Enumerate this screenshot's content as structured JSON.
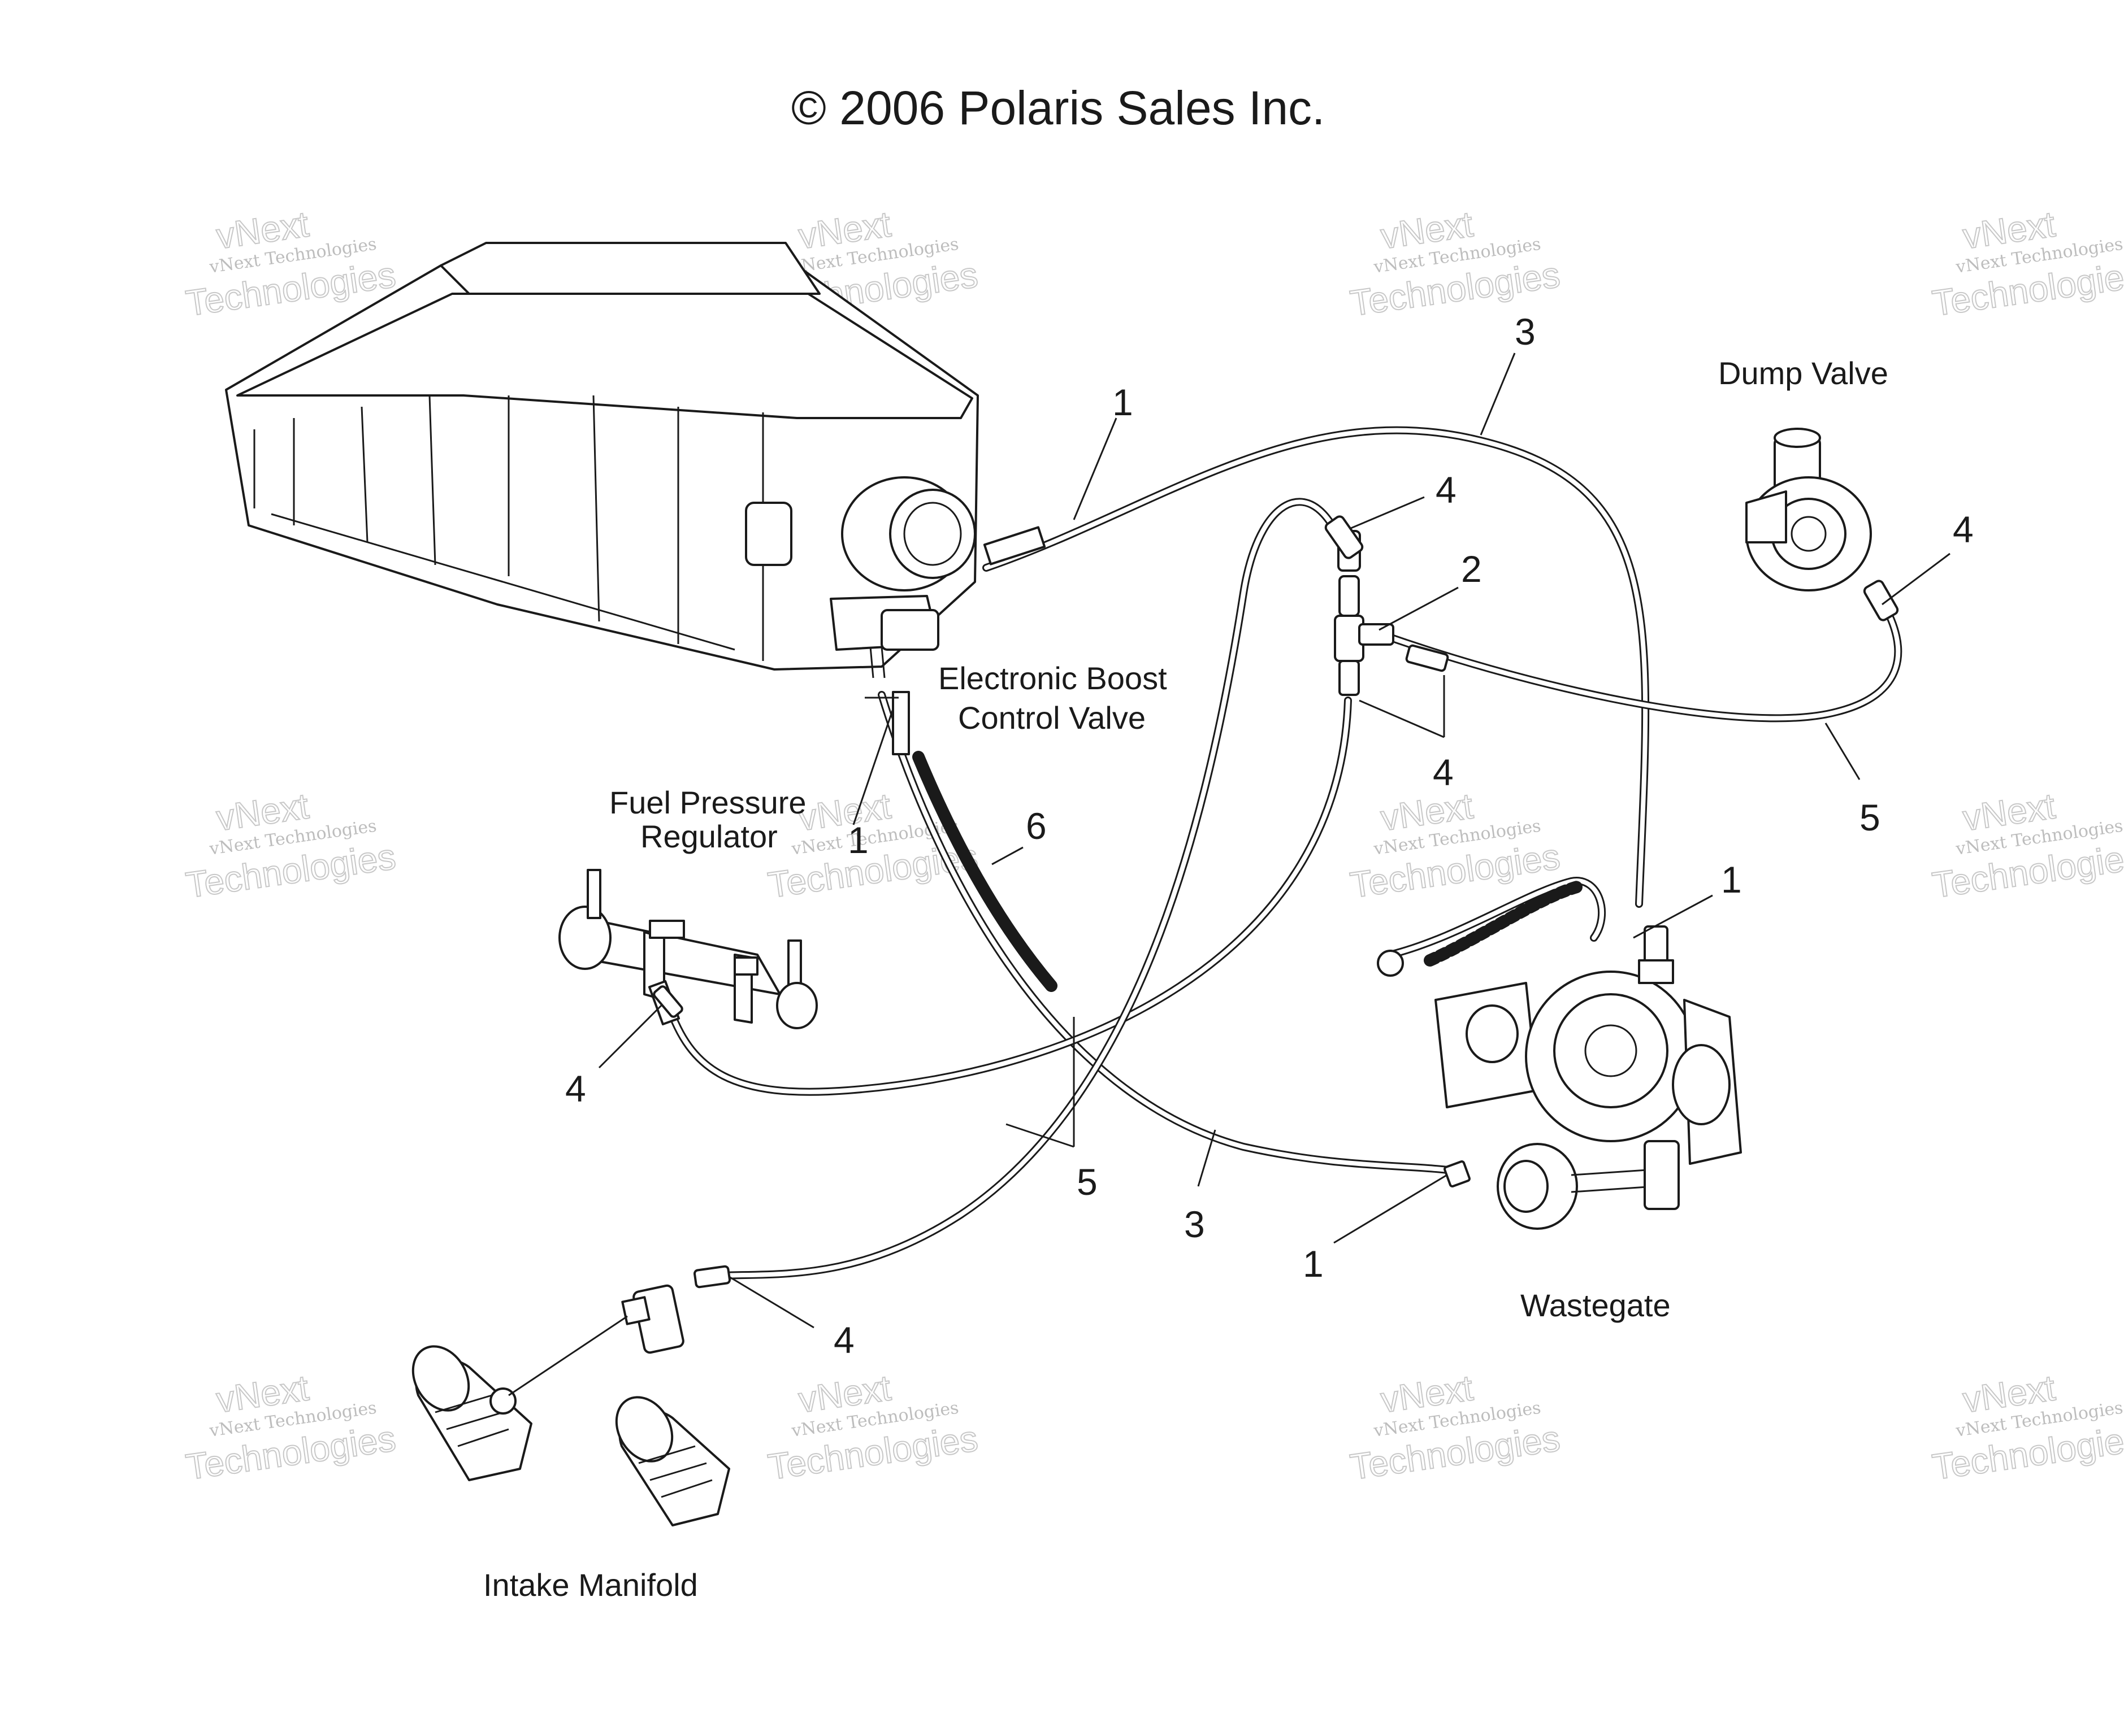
{
  "copyright": "© 2006 Polaris Sales Inc.",
  "components": {
    "dump_valve": "Dump Valve",
    "ebcv_line1": "Electronic Boost",
    "ebcv_line2": "Control Valve",
    "fpr_line1": "Fuel Pressure",
    "fpr_line2": "Regulator",
    "wastegate": "Wastegate",
    "intake_manifold": "Intake Manifold"
  },
  "callouts": {
    "c1_top": "1",
    "c3_top": "3",
    "c4_top": "4",
    "c2": "2",
    "c4_dump": "4",
    "c4_mid": "4",
    "c5_right": "5",
    "c1_fpr": "1",
    "c6": "6",
    "c1_wastegate_top": "1",
    "c4_fuel_rail": "4",
    "c5_bottom": "5",
    "c3_bottom": "3",
    "c1_bottom": "1",
    "c4_bottom": "4"
  },
  "watermark": {
    "line1": "vNext Technologies",
    "line2": "Technologies",
    "mark": "vNext"
  }
}
